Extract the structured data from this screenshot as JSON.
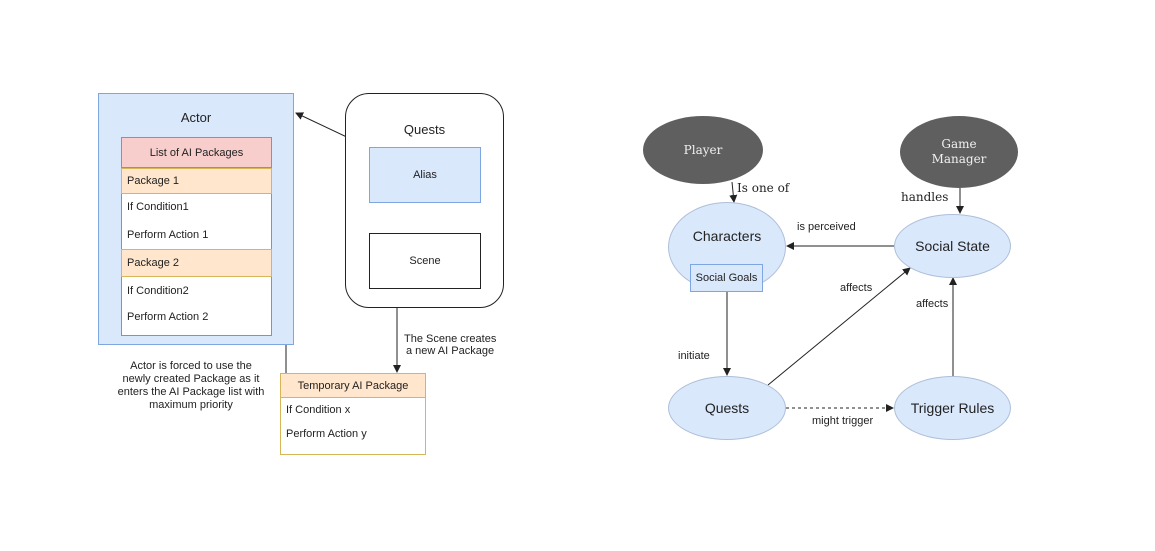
{
  "left_diagram": {
    "actor": {
      "title": "Actor",
      "list_header": "List of AI Packages",
      "package1": {
        "title": "Package 1",
        "condition": "If Condition1",
        "action": "Perform Action 1"
      },
      "package2": {
        "title": "Package 2",
        "condition": "If Condition2",
        "action": "Perform Action 2"
      }
    },
    "quests": {
      "title": "Quests",
      "alias": "Alias",
      "scene": "Scene"
    },
    "scene_note": [
      "The Scene creates",
      "a new AI Package"
    ],
    "actor_caption": [
      "Actor is forced to use the",
      "newly created Package as it",
      "enters the AI Package list with",
      "maximum priority"
    ],
    "temporary_package": {
      "title": "Temporary AI Package",
      "condition": "If Condition x",
      "action": "Perform Action y"
    }
  },
  "right_diagram": {
    "player": "Player",
    "game_manager": [
      "Game",
      "Manager"
    ],
    "characters": "Characters",
    "social_goals": "Social Goals",
    "social_state": "Social State",
    "quests": "Quests",
    "trigger_rules": "Trigger Rules",
    "edges": {
      "is_one_of": "Is one of",
      "handles": "handles",
      "is_perceived": "is perceived",
      "affects_quests": "affects",
      "affects_trigger": "affects",
      "initiate": "initiate",
      "might_trigger": "might trigger"
    }
  }
}
